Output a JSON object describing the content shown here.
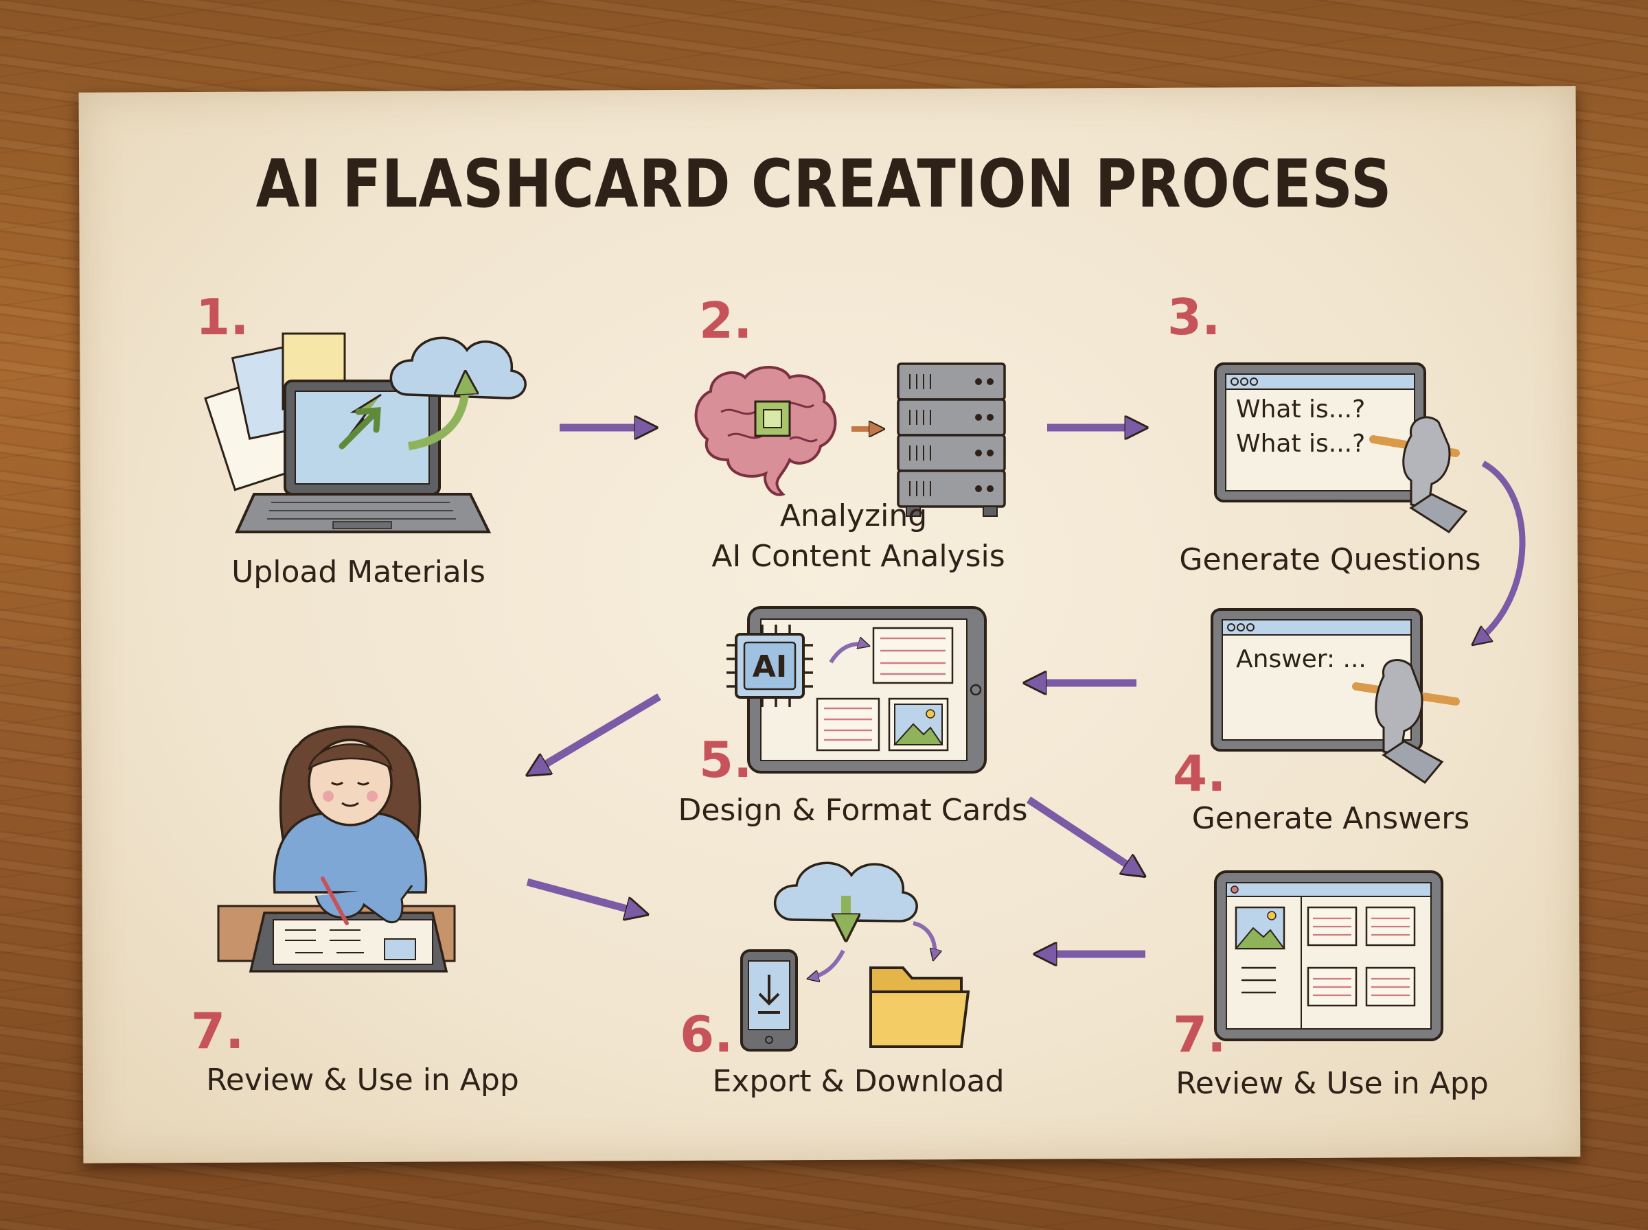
{
  "title": "AI FLASHCARD CREATION PROCESS",
  "steps": [
    {
      "number": "1.",
      "label": "Upload Materials"
    },
    {
      "number": "2.",
      "status": "Analyzing",
      "label": "AI Content Analysis"
    },
    {
      "number": "3.",
      "label": "Generate Questions",
      "screen_lines": [
        "What is...?",
        "What is...?"
      ]
    },
    {
      "number": "4.",
      "label": "Generate Answers",
      "screen_lines": [
        "Answer: ..."
      ]
    },
    {
      "number": "5.",
      "label": "Design & Format Cards",
      "chip_text": "AI"
    },
    {
      "number": "6.",
      "label": "Export & Download"
    },
    {
      "number": "7.",
      "label": "Review & Use in App"
    },
    {
      "number": "7.",
      "label": "Review & Use in App"
    }
  ],
  "colors": {
    "arrow": "#7b5aa6",
    "number": "#c7535a",
    "ink": "#2d2118",
    "paper": "#f3e9d6"
  },
  "icons": [
    "laptop-icon",
    "cloud-upload-icon",
    "document-icon",
    "brain-chip-icon",
    "server-icon",
    "robot-hand-icon",
    "tablet-icon",
    "ai-chip-icon",
    "cloud-download-icon",
    "phone-icon",
    "folder-icon",
    "student-icon"
  ]
}
